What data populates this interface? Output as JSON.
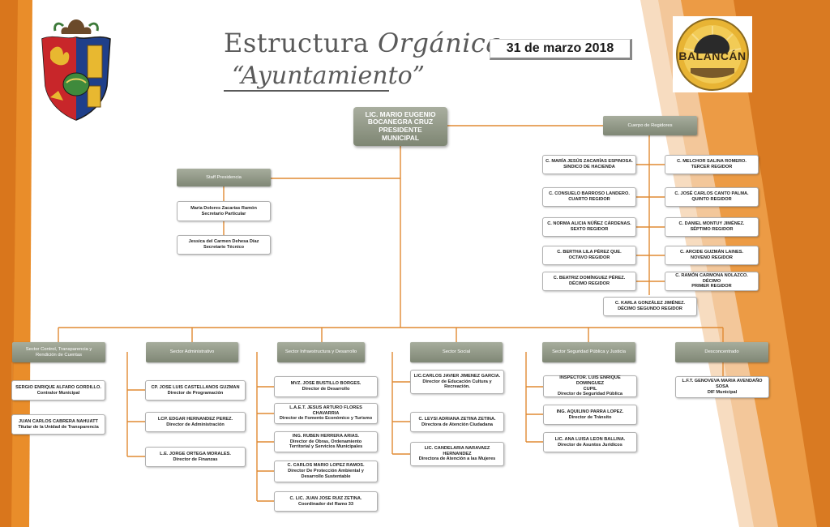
{
  "title": {
    "line1_a": "Estructura ",
    "line1_b": "Orgánica:",
    "line2": "“Ayuntamiento”"
  },
  "date": "31 de marzo 2018",
  "logo": {
    "name": "BALANCÁN"
  },
  "president": "LIC. MARIO EUGENIO\nBOCANEGRA CRUZ\nPRESIDENTE\nMUNICIPAL",
  "staff": {
    "header": "Staff Presidencia",
    "items": [
      "María Dolores Zacarías Ramón\nSecretario Particular",
      "Jessica del Carmen Dehesa Díaz\nSecretario Técnico"
    ]
  },
  "regidores": {
    "header": "Cuerpo de Regidores",
    "left": [
      "C. MARÍA JESÚS ZACARÍAS ESPINOSA.\nSINDICO DE HACIENDA",
      "C. CONSUELO BARROSO LANDERO.\nCUARTO REGIDOR",
      "C. NORMA ALICIA NÚÑEZ CÁRDENAS.\nSEXTO REGIDOR",
      "C. BERTHA LILA PÉREZ QUE.\nOCTAVO REGIDOR",
      "C. BEATRIZ DOMÍNGUEZ PÉREZ.\nDÉCIMO REGIDOR"
    ],
    "right": [
      "C. MELCHOR SALINA ROMERO.\nTERCER REGIDOR",
      "C. JOSÉ CARLOS CANTO PALMA.\nQUINTO REGIDOR",
      "C. DANIEL MONTUY JIMÉNEZ.\nSÉPTIMO REGIDOR",
      "C. ARCIDE GUZMÁN LAINES.\nNOVENO REGIDOR",
      "C. RAMÓN CARMONA NOLAZCO. DÉCIMO\nPRIMER REGIDOR"
    ],
    "bottom": "C. KARLA GONZÁLEZ JIMÉNEZ.\nDÉCIMO SEGUNDO REGIDOR"
  },
  "sectors": [
    {
      "header": "Sector Control, Transparencia y\nRendición de Cuentas",
      "items": [
        "SERGIO ENRIQUE ALFARO GORDILLO.\nContralor Municipal",
        "JUAN CARLOS CABRERA NAHUATT\nTitular de la Unidad de Transparencia"
      ]
    },
    {
      "header": "Sector Administrativo",
      "items": [
        "CP. JOSE LUIS CASTELLANOS GUZMAN\nDirector de Programación",
        "LCP. EDGAR HERNANDEZ PEREZ.\nDirector de Administración",
        "L.E. JORGE ORTEGA MORALES.\nDirector de Finanzas"
      ]
    },
    {
      "header": "Sector Infraestructura y Desarrollo",
      "items": [
        "MVZ. JOSE BUSTILLO BORGES.\nDirector de Desarrollo",
        "L.A.E.T. JESUS ARTURO FLORES CHAVARRIA\nDirector de Fomento Económico y Turismo",
        "ING. RUBEN HERRERA ARIAS.\nDirector de Obras, Ordenamiento\nTerritorial y Servicios Municipales",
        "C. CARLOS MARIO LOPEZ RAMOS.\nDirector De Protección Ambiental y\nDesarrollo Sustentable",
        "C. LIC. JUAN JOSE RUIZ ZETINA.\nCoordinador del Ramo 33"
      ]
    },
    {
      "header": "Sector Social",
      "items": [
        "LIC.CARLOS JAVIER JIMENEZ GARCIA.\nDirector de Educación Cultura y\nRecreación.",
        "C. LEYSI ADRIANA ZETINA ZETINA.\nDirectora de Atención Ciudadana",
        "LIC. CANDELARIA NARAVAEZ\nHERNANDEZ\nDirectora de Atención a las Mujeres"
      ]
    },
    {
      "header": "Sector Seguridad Pública y Justicia",
      "items": [
        "INSPECTOR. LUIS ENRIQUE DOMINGUEZ\nCUPIL\nDirector de Seguridad Pública",
        "ING. AQUILINO PARRA LOPEZ.\nDirector de Tránsito",
        "LIC. ANA LUISA LEON BALLINA.\nDirector de Asuntos Jurídicos"
      ]
    },
    {
      "header": "Desconcentrado",
      "items": [
        "L.F.T. GENOVEVA MARIA AVENDAÑO\nSOSA\nDIF Municipal"
      ]
    }
  ]
}
